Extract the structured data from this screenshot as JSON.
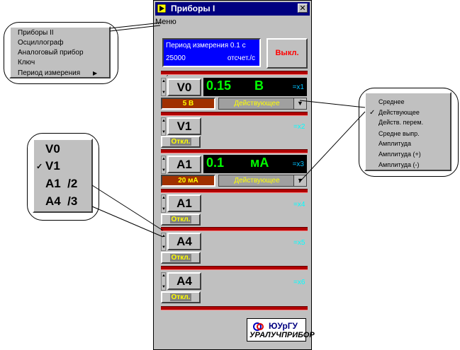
{
  "window": {
    "title": "Приборы  I",
    "close_label": "✕",
    "menu": "Меню"
  },
  "measurement": {
    "period_label": "Период измерения 0.1 с",
    "count": "25000",
    "count_unit": "отсчет./с",
    "off_button": "Выкл."
  },
  "small_caption": "Ку",
  "channels": [
    {
      "name": "V0",
      "value": "0.15",
      "unit": "В",
      "multiplier": "=x1",
      "range": "5 В",
      "mode": "Действующее",
      "active": true
    },
    {
      "name": "V1",
      "multiplier": "=x2",
      "off_label": "Откл.",
      "active": false
    },
    {
      "name": "A1",
      "value": "0.1",
      "unit": "мА",
      "multiplier": "=x3",
      "range": "20 мА",
      "mode": "Действующее",
      "active": true
    },
    {
      "name": "A1",
      "multiplier": "=x4",
      "off_label": "Откл.",
      "active": false
    },
    {
      "name": "A4",
      "multiplier": "=x5",
      "off_label": "Откл.",
      "active": false
    },
    {
      "name": "A4",
      "multiplier": "=x6",
      "off_label": "Откл.",
      "active": false
    }
  ],
  "logo": {
    "line1": "ЮУрГУ",
    "line2": "УРАЛУЧПРИБОР"
  },
  "menu_popup": {
    "items": [
      "Приборы II",
      "Осциллограф",
      "Аналоговый прибор",
      "Ключ",
      "Период измерения"
    ],
    "submenu_arrow": "▶"
  },
  "mode_popup": {
    "checkmark": "✓",
    "items": [
      "Среднее",
      "Действующее",
      "Действ. перем.",
      "Средне выпр.",
      "Амплитуда",
      "Амплитуда (+)",
      "Амплитуда (-)"
    ],
    "checked_index": 1
  },
  "channel_popup": {
    "checkmark": "✓",
    "items": [
      "V0",
      "V1",
      "A1  /2",
      "A4  /3"
    ],
    "checked_index": 1
  },
  "colors": {
    "display_bg": "#000000",
    "display_value": "#00ff00",
    "period_bg": "#0000ff",
    "range_bg": "#a03000",
    "accent_yellow": "#ffff00",
    "separator_red": "#b00000",
    "title_bar": "#000080"
  }
}
